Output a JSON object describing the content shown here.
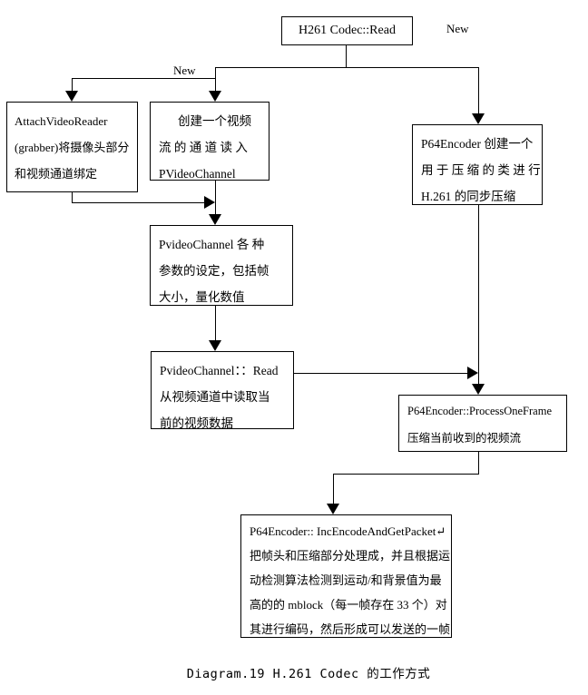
{
  "caption": "Diagram.19 H.261 Codec 的工作方式",
  "labels": {
    "new_left": "New",
    "new_right": "New"
  },
  "colors": {
    "line": "#000000",
    "background": "#ffffff",
    "text": "#000000"
  },
  "nodes": {
    "read": {
      "lines": [
        "H261 Codec::Read"
      ]
    },
    "attach": {
      "lines": [
        "AttachVideoReader",
        "(grabber)将摄像头部分",
        "和视频通道绑定"
      ]
    },
    "create_channel": {
      "lines": [
        "创建一个视频",
        "流 的 通 道 读 入",
        "PVideoChannel"
      ]
    },
    "p64_create": {
      "lines": [
        "P64Encoder 创建一个",
        "用 于 压 缩 的 类 进 行",
        "H.261 的同步压缩"
      ]
    },
    "channel_params": {
      "lines": [
        "PvideoChannel 各 种",
        "参数的设定，包括帧",
        "大小，量化数值"
      ]
    },
    "channel_read": {
      "lines": [
        "PvideoChannel：：Read",
        "从视频通道中读取当",
        "前的视频数据"
      ]
    },
    "process_frame": {
      "lines": [
        "P64Encoder::ProcessOneFrame",
        "压缩当前收到的视频流"
      ]
    },
    "inc_encode": {
      "lines": [
        "P64Encoder:: IncEncodeAndGetPacket↵",
        "把帧头和压缩部分处理成，并且根据运",
        "动检测算法检测到运动/和背景值为最",
        "高的的 mblock（每一帧存在 33 个）对",
        "其进行编码，然后形成可以发送的一帧"
      ]
    }
  }
}
